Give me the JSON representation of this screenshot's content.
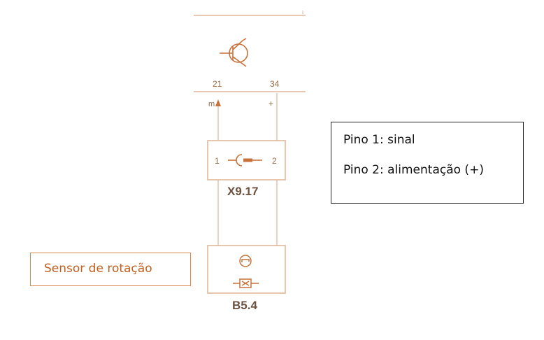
{
  "diagram": {
    "top_terminals": {
      "left": "21",
      "right": "34"
    },
    "pin_markers": {
      "left": "m",
      "right": "+"
    },
    "connector": {
      "name": "X9.17",
      "pin_left": "1",
      "pin_right": "2"
    },
    "sensor": {
      "name": "B5.4"
    },
    "colors": {
      "line": "#e2b79a",
      "symbol": "#c9713a",
      "text": "#9a6a45",
      "label": "#6e5242"
    }
  },
  "info_box": {
    "line1": "Pino 1: sinal",
    "line2": "Pino 2: alimentação (+)"
  },
  "callout": {
    "label": "Sensor de rotação"
  }
}
